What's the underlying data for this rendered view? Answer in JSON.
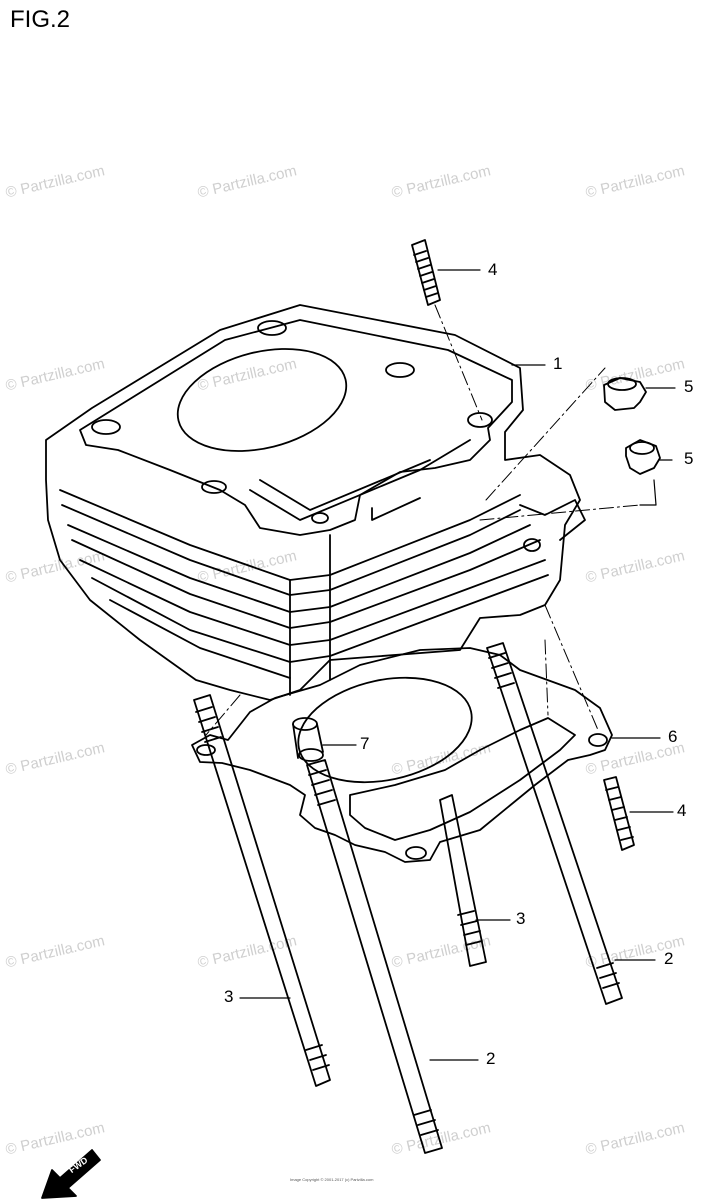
{
  "figure": {
    "title": "FIG.2",
    "watermark": "© Partzilla.com",
    "copyright": "Image Copyright © 2001-2017 (c) Partzilla.com",
    "fwd_label": "FWD"
  },
  "callouts": [
    {
      "id": "c4a",
      "label": "4"
    },
    {
      "id": "c1",
      "label": "1"
    },
    {
      "id": "c5a",
      "label": "5"
    },
    {
      "id": "c5b",
      "label": "5"
    },
    {
      "id": "c6",
      "label": "6"
    },
    {
      "id": "c7",
      "label": "7"
    },
    {
      "id": "c4b",
      "label": "4"
    },
    {
      "id": "c3a",
      "label": "3"
    },
    {
      "id": "c2a",
      "label": "2"
    },
    {
      "id": "c3b",
      "label": "3"
    },
    {
      "id": "c2b",
      "label": "2"
    }
  ]
}
